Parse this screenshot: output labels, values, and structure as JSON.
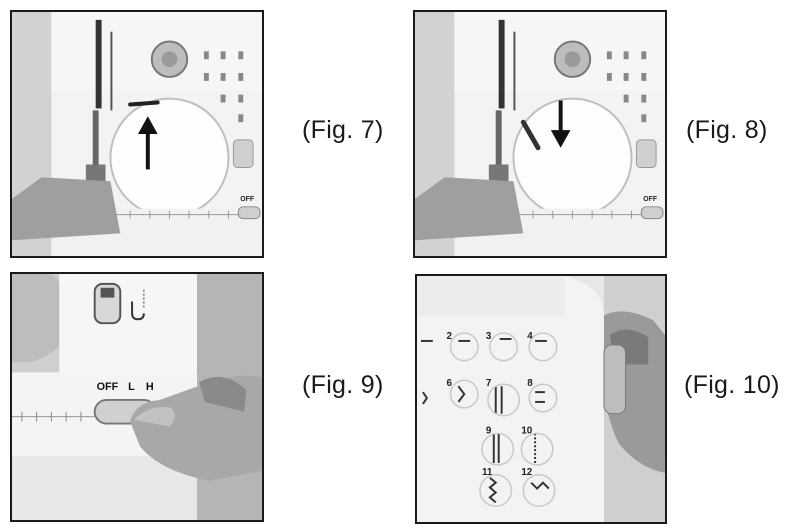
{
  "figures": [
    {
      "caption": "(Fig. 7)",
      "off_label": "OFF"
    },
    {
      "caption": "(Fig. 8)",
      "off_label": "OFF"
    },
    {
      "caption": "(Fig. 9)",
      "switch_labels": {
        "off": "OFF",
        "low": "L",
        "high": "H"
      }
    },
    {
      "caption": "(Fig. 10)",
      "stitch_numbers": [
        "2",
        "3",
        "4",
        "6",
        "7",
        "8",
        "9",
        "10",
        "11",
        "12"
      ]
    }
  ],
  "colors": {
    "panel_border": "#1a1a1a",
    "machine_body": "#f4f4f4",
    "background_gray": "#d8d8d8",
    "dark_gray": "#777777"
  },
  "icons": [
    "arrow-up-icon",
    "arrow-down-icon"
  ]
}
